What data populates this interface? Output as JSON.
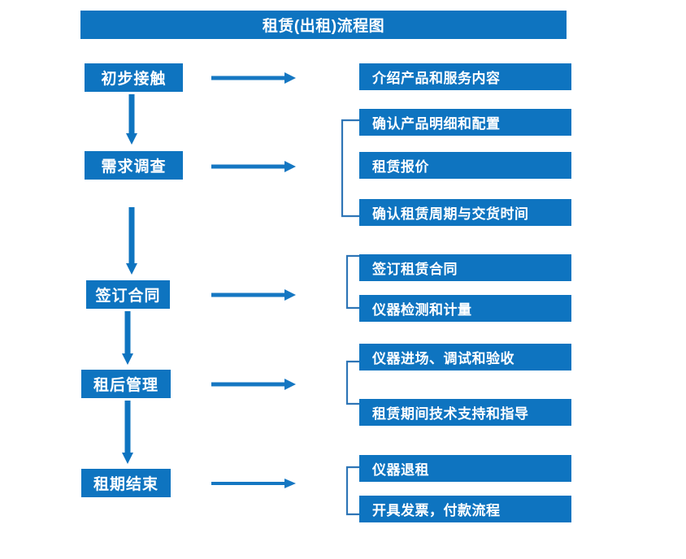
{
  "diagram": {
    "title": "租赁(出租)流程图",
    "colors": {
      "primary_blue": "#0E74C0",
      "bracket_blue": "#2E75B6",
      "text_white": "#FFFFFF",
      "background": "#FFFFFF"
    },
    "stages": [
      {
        "label": "初步接触"
      },
      {
        "label": "需求调查"
      },
      {
        "label": "签订合同"
      },
      {
        "label": "租后管理"
      },
      {
        "label": "租期结束"
      }
    ],
    "details": [
      {
        "label": "介绍产品和服务内容"
      },
      {
        "label": "确认产品明细和配置"
      },
      {
        "label": "租赁报价"
      },
      {
        "label": "确认租赁周期与交货时间"
      },
      {
        "label": "签订租赁合同"
      },
      {
        "label": "仪器检测和计量"
      },
      {
        "label": "仪器进场、调试和验收"
      },
      {
        "label": "租赁期间技术支持和指导"
      },
      {
        "label": "仪器退租"
      },
      {
        "label": "开具发票，付款流程"
      }
    ]
  }
}
